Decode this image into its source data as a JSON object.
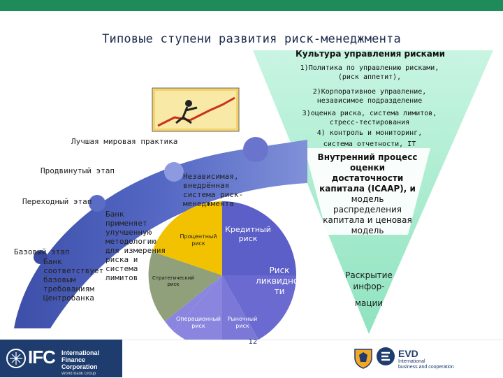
{
  "title": "Типовые ступени развития риск-менеджмента",
  "colors": {
    "topbar": "#1f8a5a",
    "triangle": "#b8f0d8",
    "arc": "#4a5fb5",
    "pie_credit": "#5b5fc7",
    "pie_percent": "#f2c200",
    "pie_liquidity": "#6a6ad0",
    "pie_strategic": "#8fa07a",
    "pie_operational": "#7878d8",
    "footer_logo": "#1e3c6e"
  },
  "culture": {
    "heading": "Культура управления рисками",
    "items": [
      "1)Политика по управлению рисками,",
      "(риск аппетит),",
      "2)Корпоративное управление,",
      "независимое подразделение",
      "3)оценка риска, система лимитов,",
      "стресс-тестирования",
      "4) контроль и мониторинг,",
      "система отчетности, IT"
    ],
    "icaap": [
      "Внутренний процесс",
      "оценки",
      "достаточности",
      "капитала (ICAAP), и",
      "модель",
      "распределения",
      "капитала и ценовая",
      "модель"
    ],
    "disclosure": [
      "Раскрытие",
      "инфор-",
      "мации"
    ]
  },
  "stages": {
    "best": "Лучшая мировая практика",
    "advanced": "Продвинутый этап",
    "transitional": "Переходный этап",
    "base": "Базовый этап"
  },
  "descriptions": {
    "base": [
      "Банк",
      "соответствует",
      "базовым",
      "требованиям",
      "Центробанка"
    ],
    "transitional": [
      "Банк",
      "применяет",
      "улучшенную",
      "методологию",
      "для измерения",
      "риска и",
      "система",
      "лимитов"
    ],
    "advanced": [
      "Независимая,",
      "внедрённая",
      "система риск-",
      "менеджмента"
    ]
  },
  "pie": {
    "credit": [
      "Кредитный",
      "риск"
    ],
    "percent": [
      "Процентный",
      "риск"
    ],
    "liquidity": [
      "Риск",
      "ликвиднос",
      "ти"
    ],
    "strategic": [
      "Стратегический",
      "риск"
    ],
    "operational": [
      "Операционный",
      "риск"
    ],
    "market": [
      "Рыночный",
      "риск"
    ]
  },
  "footer": {
    "ifc_mark": "IFC",
    "ifc_line1": "International",
    "ifc_line2": "Finance Corporation",
    "ifc_line3": "World Bank Group",
    "page_number": "12",
    "evd_mark": "EVD",
    "evd_line1": "International",
    "evd_line2": "business and cooperation"
  }
}
